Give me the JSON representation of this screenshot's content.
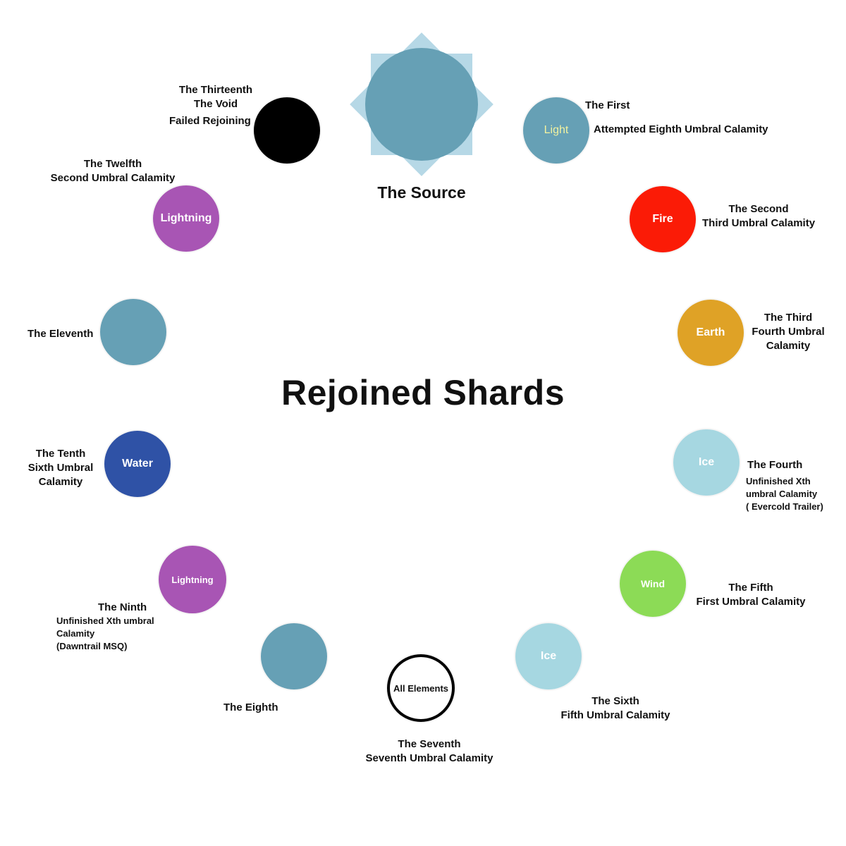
{
  "title": "Rejoined Shards",
  "source": {
    "label": "The Source",
    "color": "#66a0b5",
    "square_color": "#b6d8e6"
  },
  "shards": {
    "first": {
      "element": "Light",
      "lines": [
        "The First",
        "Attempted Eighth Umbral Calamity"
      ],
      "color": "#66a0b5",
      "element_color": "#f2f2a0"
    },
    "second": {
      "element": "Fire",
      "lines": [
        "The Second",
        "Third Umbral Calamity"
      ],
      "color": "#fb1b06"
    },
    "third": {
      "element": "Earth",
      "lines": [
        "The Third",
        "Fourth Umbral",
        "Calamity"
      ],
      "color": "#dfa226"
    },
    "fourth": {
      "element": "Ice",
      "lines": [
        "The Fourth",
        "Unfinished Xth",
        "umbral Calamity",
        "( Evercold Trailer)"
      ],
      "color": "#a6d7e1"
    },
    "fifth": {
      "element": "Wind",
      "lines": [
        "The Fifth",
        "First Umbral Calamity"
      ],
      "color": "#8cdb56"
    },
    "sixth": {
      "element": "Ice",
      "lines": [
        "The Sixth",
        "Fifth Umbral Calamity"
      ],
      "color": "#a6d7e1"
    },
    "seventh": {
      "element": "All Elements",
      "lines": [
        "The Seventh",
        "Seventh Umbral Calamity"
      ],
      "color": "#ffffff",
      "border_color": "#000000"
    },
    "eighth": {
      "element": "",
      "lines": [
        "The Eighth"
      ],
      "color": "#66a0b5"
    },
    "ninth": {
      "element": "Lightning",
      "lines": [
        "The Ninth",
        "Unfinished Xth umbral",
        "Calamity",
        "(Dawntrail MSQ)"
      ],
      "color": "#a855b4"
    },
    "tenth": {
      "element": "Water",
      "lines": [
        "The Tenth",
        "Sixth Umbral",
        "Calamity"
      ],
      "color": "#2f52a6"
    },
    "eleventh": {
      "element": "",
      "lines": [
        "The Eleventh"
      ],
      "color": "#66a0b5"
    },
    "twelfth": {
      "element": "Lightning",
      "lines": [
        "The Twelfth",
        "Second Umbral Calamity"
      ],
      "color": "#a855b4"
    },
    "thirteenth": {
      "element": "",
      "lines": [
        "The Thirteenth",
        "The Void",
        "Failed Rejoining"
      ],
      "color": "#000000"
    }
  }
}
